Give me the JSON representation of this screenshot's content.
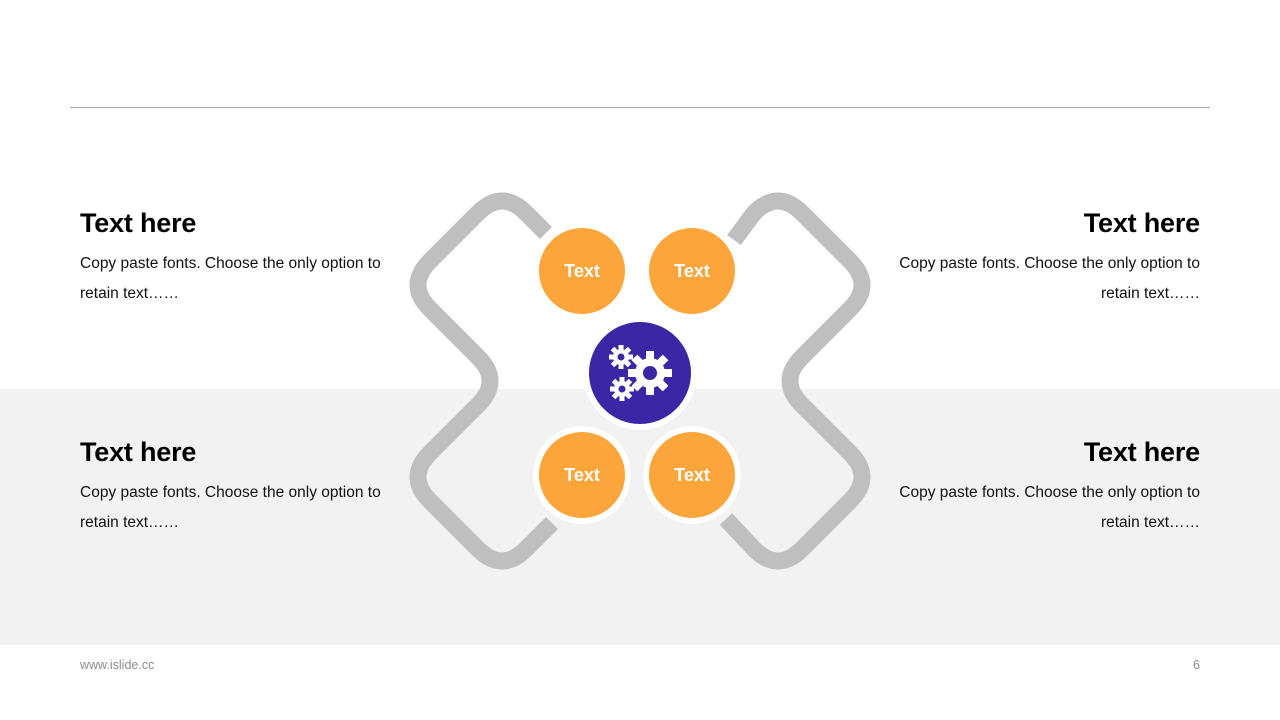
{
  "blocks": [
    {
      "heading": "Text here",
      "body": "Copy paste fonts. Choose the only option to retain text……"
    },
    {
      "heading": "Text here",
      "body": "Copy paste fonts. Choose the only option to retain text……"
    },
    {
      "heading": "Text here",
      "body": "Copy paste fonts. Choose the only option to retain text……"
    },
    {
      "heading": "Text here",
      "body": "Copy paste fonts. Choose the only option to retain text……"
    }
  ],
  "bubbles": [
    "Text",
    "Text",
    "Text",
    "Text"
  ],
  "hub": {
    "icon": "gears-icon"
  },
  "colors": {
    "accent_orange": "#fba53b",
    "hub_purple": "#3b27a6",
    "connector_gray": "#bfbfbf",
    "band_gray": "#f2f2f2"
  },
  "footer": {
    "url": "www.islide.cc",
    "page_number": "6"
  }
}
